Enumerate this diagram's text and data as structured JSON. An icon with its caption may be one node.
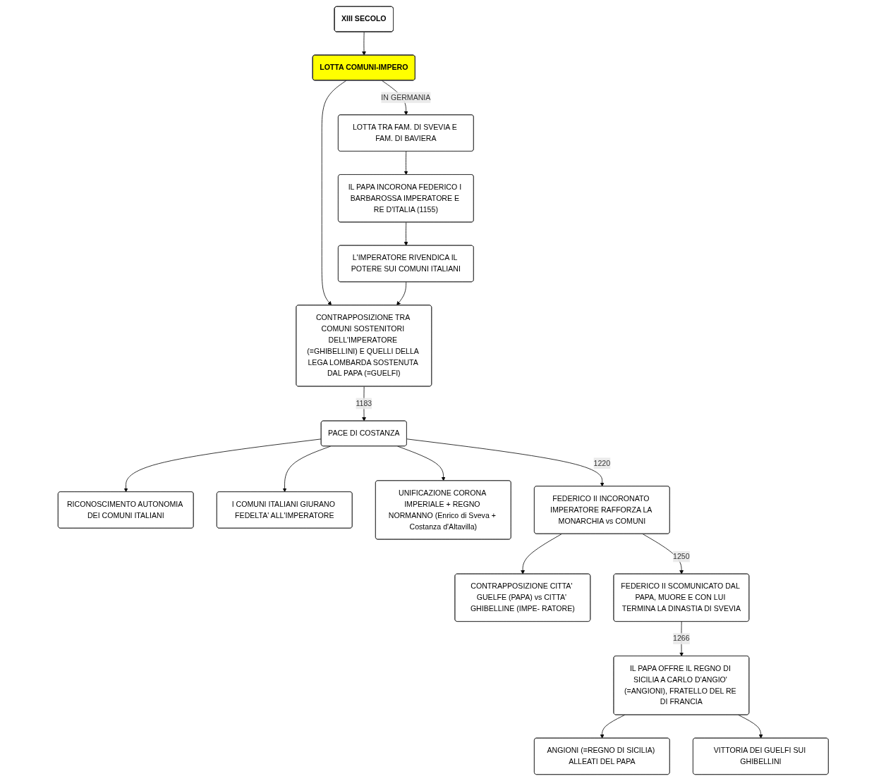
{
  "diagram": {
    "nodes": [
      {
        "text": [
          "XIII SECOLO"
        ]
      },
      {
        "text": [
          "LOTTA COMUNI-IMPERO"
        ]
      },
      {
        "text": [
          "LOTTA TRA FAM. DI SVEVIA E FAM. DI BAVIERA"
        ]
      },
      {
        "text": [
          "IL PAPA INCORONA FEDERICO I BARBAROSSA IMPERATORE E RE D'ITALIA (1155)"
        ]
      },
      {
        "text": [
          "L'IMPERATORE RIVENDICA IL POTERE SUI COMUNI ITALIANI"
        ]
      },
      {
        "text": [
          "CONTRAPPOSIZIONE TRA COMUNI SOSTENITORI DELL'IMPERATORE (=GHIBELLINI) E QUELLI DELLA LEGA LOMBARDA SOSTENUTA DAL PAPA (=GUELFI)"
        ]
      },
      {
        "text": [
          "RICONOSCIMENTO AUTONOMIA DEI COMUNI ITALIANI"
        ]
      },
      {
        "text": [
          "I COMUNI ITALIANI GIURANO FEDELTA' ALL'IMPERATORE"
        ]
      },
      {
        "text": [
          "UNIFICAZIONE CORONA IMPERIALE + REGNO NORMANNO (Enrico di Sveva + Costanza d'Altavilla)"
        ]
      },
      {
        "text": [
          "PACE DI COSTANZA"
        ]
      },
      {
        "text": [
          "CONTRAPPOSIZIONE CITTA' GUELFE (PAPA) vs CITTA' GHIBELLINE (IMPE- RATORE)"
        ]
      },
      {
        "text": [
          "FEDERICO II INCORONATO IMPERATORE RAFFORZA LA MONARCHIA vs COMUNI"
        ]
      },
      {
        "text": [
          "FEDERICO II SCOMUNICATO DAL PAPA, MUORE E CON LUI TERMINA LA DINASTIA DI SVEVIA"
        ]
      },
      {
        "text": [
          "ANGIONI (=REGNO DI SICILIA) ALLEATI DEL PAPA"
        ]
      },
      {
        "text": [
          "VITTORIA DEI GUELFI SUI GHIBELLINI"
        ]
      },
      {
        "text": [
          "IL PAPA OFFRE IL REGNO DI SICILIA A CARLO D'ANGIO' (=ANGIONI), FRATELLO DEL RE DI FRANCIA"
        ]
      }
    ],
    "edges": [
      {
        "from": 0,
        "to": 1,
        "arrow": "to"
      },
      {
        "from": 1,
        "to": 2,
        "arrow": "to",
        "label": "IN GERMANIA"
      },
      {
        "from": 2,
        "to": 3,
        "arrow": "to"
      },
      {
        "from": 3,
        "to": 4,
        "arrow": "to"
      },
      {
        "from": 1,
        "to": 5,
        "arrow": "to"
      },
      {
        "from": 4,
        "to": 5,
        "arrow": "to"
      },
      {
        "from": 5,
        "to": 9,
        "arrow": "to",
        "label": "1183"
      },
      {
        "from": 9,
        "to": 6,
        "arrow": "to"
      },
      {
        "from": 9,
        "to": 7,
        "arrow": "to"
      },
      {
        "from": 9,
        "to": 8,
        "arrow": "to"
      },
      {
        "from": 9,
        "to": 11,
        "arrow": "to",
        "label": "1220"
      },
      {
        "from": 11,
        "to": 10,
        "arrow": "to"
      },
      {
        "from": 11,
        "to": 12,
        "arrow": "to",
        "label": "1250"
      },
      {
        "from": 12,
        "to": 15,
        "arrow": "to",
        "label": "1266"
      },
      {
        "from": 15,
        "to": 13,
        "arrow": "to"
      },
      {
        "from": 15,
        "to": 14,
        "arrow": "to"
      }
    ]
  }
}
